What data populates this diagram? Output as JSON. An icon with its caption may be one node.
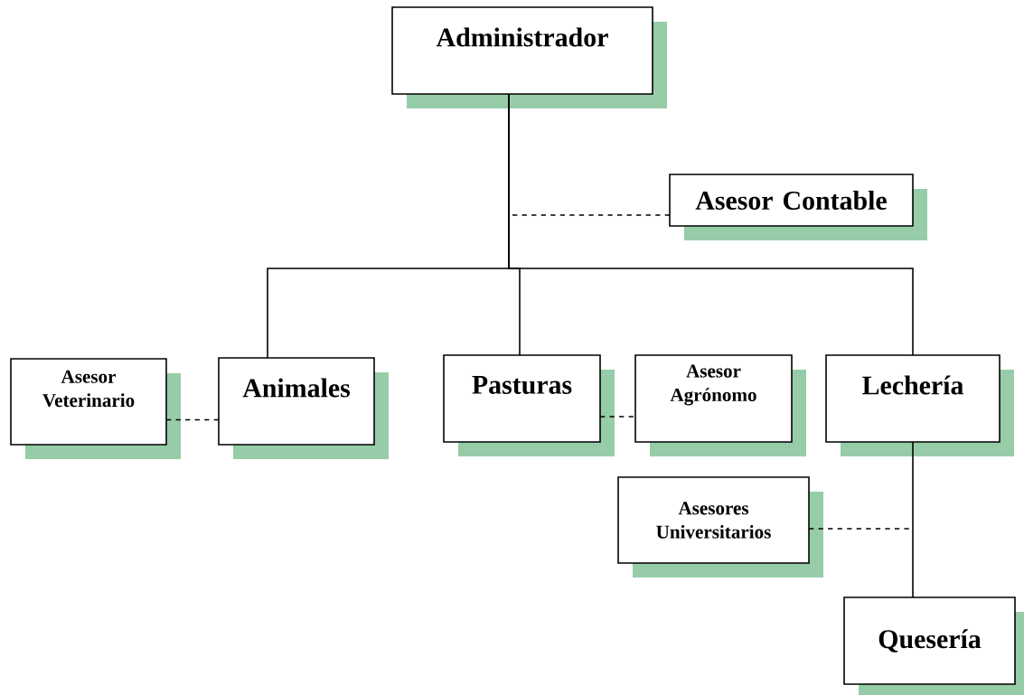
{
  "diagram": {
    "nodes": [
      {
        "text": [
          "Administrador"
        ]
      },
      {
        "text": [
          "Asesor Contable"
        ]
      },
      {
        "text": [
          "Asesor Veterinario"
        ]
      },
      {
        "text": [
          "Animales"
        ]
      },
      {
        "text": [
          "Pasturas"
        ]
      },
      {
        "text": [
          "Asesor Agrónomo"
        ]
      },
      {
        "text": [
          "Lechería"
        ]
      },
      {
        "text": [
          "Asesores Universitarios"
        ]
      },
      {
        "text": [
          "Quesería"
        ]
      }
    ],
    "edges": [
      {
        "from": 0,
        "to": 3,
        "arrow": "none"
      },
      {
        "from": 0,
        "to": 4,
        "arrow": "none"
      },
      {
        "from": 0,
        "to": 6,
        "arrow": "none"
      },
      {
        "from": 1,
        "to": null,
        "arrow": "none",
        "style": "dashed"
      },
      {
        "from": 2,
        "to": 3,
        "arrow": "none",
        "style": "dashed"
      },
      {
        "from": 4,
        "to": 5,
        "arrow": "none",
        "style": "dashed"
      },
      {
        "from": 6,
        "to": 8,
        "arrow": "none"
      },
      {
        "from": 7,
        "to": null,
        "arrow": "none",
        "style": "dashed"
      }
    ]
  }
}
